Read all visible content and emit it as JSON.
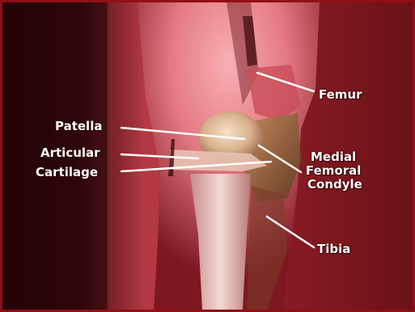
{
  "labels": {
    "femur": "Femur",
    "patella": "Patella",
    "articular": "Articular",
    "cartilage": "Cartilage",
    "medial": "Medial",
    "femoral": "Femoral",
    "condyle": "Condyle",
    "tibia": "Tibia"
  },
  "colors": {
    "frame": "#8f0f17",
    "background": "#7a1b22",
    "tissue": "#e8848c",
    "bone": "#f0d7cf",
    "label_text": "#ffffff"
  }
}
